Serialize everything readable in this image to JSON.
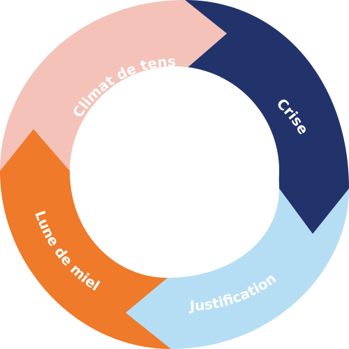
{
  "cycle": {
    "segments": [
      {
        "label": "Climat de tension",
        "color": "#f4c2b8"
      },
      {
        "label": "Crise",
        "color": "#22336b"
      },
      {
        "label": "Justification",
        "color": "#b5def5"
      },
      {
        "label": "Lune de miel",
        "color": "#ee7a2a"
      }
    ],
    "background": "#ffffff"
  }
}
